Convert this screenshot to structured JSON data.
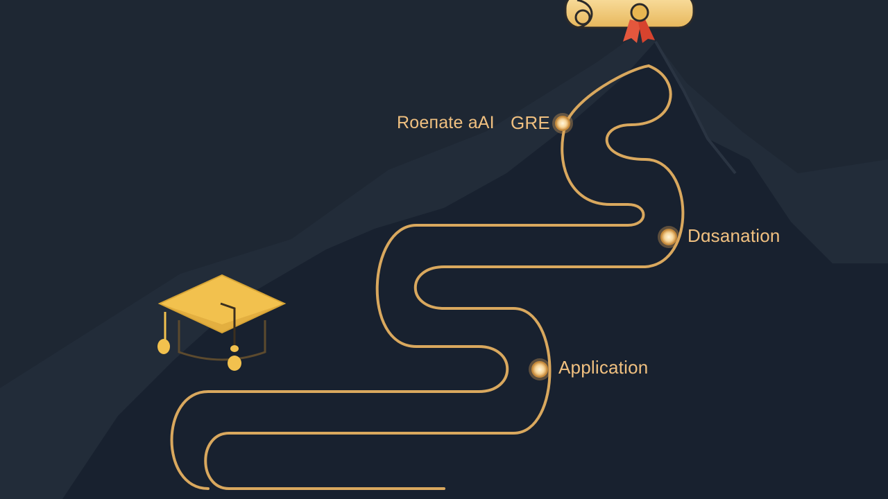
{
  "diagram": {
    "milestones": [
      {
        "id": "research",
        "label": "Roeпate аАI"
      },
      {
        "id": "gre",
        "label": "GRE"
      },
      {
        "id": "dissertation",
        "label": "Dɑsanation"
      },
      {
        "id": "application",
        "label": "Application"
      }
    ],
    "icons": {
      "start": "graduation-cap-icon",
      "goal": "diploma-scroll-icon"
    }
  },
  "colors": {
    "background": "#1e2733",
    "mountain_far": "#222c39",
    "mountain_near": "#18212f",
    "path": "#d9a85e",
    "label": "#f0c080",
    "accent_gold": "#f2c14e",
    "ribbon": "#e4573d"
  }
}
